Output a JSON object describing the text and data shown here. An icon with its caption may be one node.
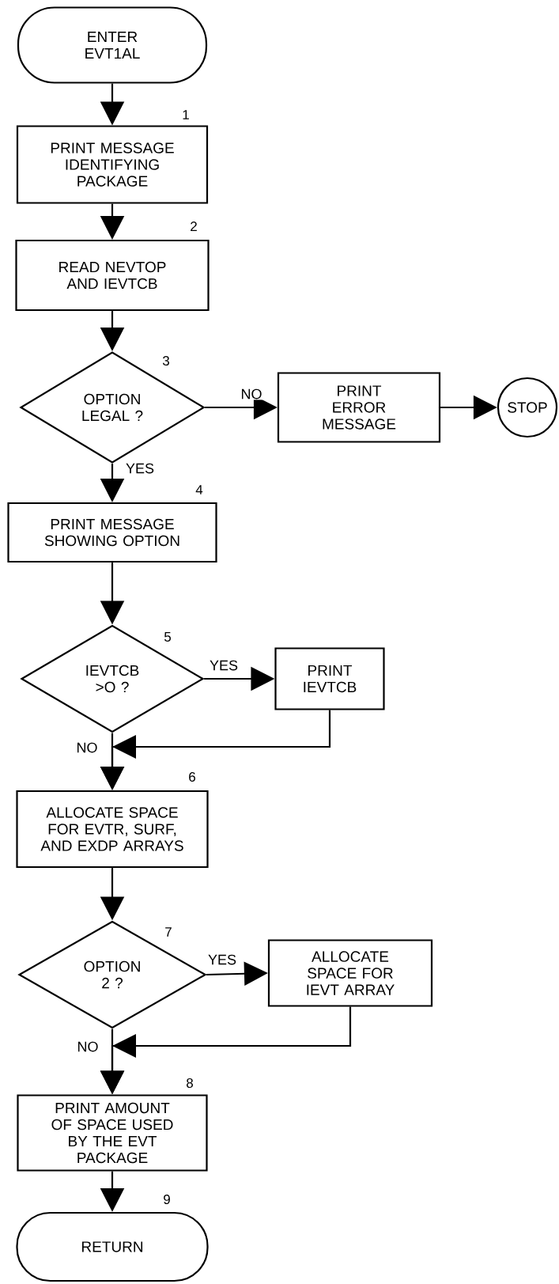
{
  "diagram": {
    "nodes": [
      {
        "text": [
          "ENTER EVT1AL"
        ]
      },
      {
        "text": [
          "PRINT MESSAGE IDENTIFYING PACKAGE"
        ],
        "beside": [
          "1"
        ]
      },
      {
        "text": [
          "READ NEVTOP AND IEVTCB"
        ],
        "beside": [
          "2"
        ]
      },
      {
        "text": [
          "OPTION LEGAL ?"
        ],
        "beside": [
          "3"
        ]
      },
      {
        "text": [
          "PRINT ERROR MESSAGE"
        ]
      },
      {
        "text": [
          "STOP"
        ]
      },
      {
        "text": [
          "PRINT MESSAGE SHOWING OPTION"
        ],
        "beside": [
          "4"
        ]
      },
      {
        "text": [
          "IEVTCB >O ?"
        ],
        "beside": [
          "5"
        ]
      },
      {
        "text": [
          "PRINT IEVTCB"
        ]
      },
      {
        "text": [
          "ALLOCATE SPACE FOR EVTR, SURF, AND EXDP ARRAYS"
        ],
        "beside": [
          "6"
        ]
      },
      {
        "text": [
          "OPTION 2 ?"
        ],
        "beside": [
          "7"
        ]
      },
      {
        "text": [
          "ALLOCATE SPACE FOR IEVT ARRAY"
        ]
      },
      {
        "text": [
          "PRINT AMOUNT OF SPACE USED BY THE EVT PACKAGE"
        ],
        "beside": [
          "8"
        ]
      },
      {
        "text": [
          "RETURN"
        ],
        "beside": [
          "9"
        ]
      }
    ],
    "edges": [
      {
        "from": 0,
        "to": 1,
        "arrow": "to"
      },
      {
        "from": 1,
        "to": 2,
        "arrow": "to"
      },
      {
        "from": 2,
        "to": 3,
        "arrow": "to"
      },
      {
        "from": 3,
        "to": 4,
        "arrow": "to",
        "label": "NO"
      },
      {
        "from": 4,
        "to": 5,
        "arrow": "to"
      },
      {
        "from": 3,
        "to": 6,
        "arrow": "to",
        "label": "YES"
      },
      {
        "from": 6,
        "to": 7,
        "arrow": "to"
      },
      {
        "from": 7,
        "to": 8,
        "arrow": "to",
        "label": "YES"
      },
      {
        "from": 7,
        "to": 9,
        "arrow": "to",
        "label": "NO"
      },
      {
        "from": 8,
        "to": 9,
        "arrow": "to"
      },
      {
        "from": 9,
        "to": 10,
        "arrow": "to"
      },
      {
        "from": 10,
        "to": 11,
        "arrow": "to",
        "label": "YES"
      },
      {
        "from": 10,
        "to": 12,
        "arrow": "to",
        "label": "NO"
      },
      {
        "from": 11,
        "to": 12,
        "arrow": "to"
      },
      {
        "from": 12,
        "to": 13,
        "arrow": "to"
      }
    ]
  }
}
